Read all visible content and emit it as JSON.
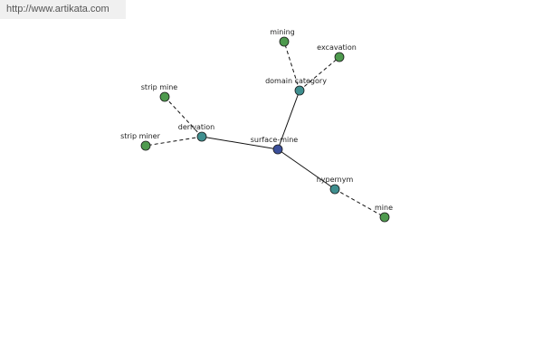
{
  "watermark": {
    "url": "http://www.artikata.com"
  },
  "colors": {
    "center_node": "#3b4f9a",
    "relation_node": "#3f8f8f",
    "term_node": "#4e9a4e",
    "edge": "#111111",
    "node_stroke": "#1a1a1a"
  },
  "graph": {
    "nodes": [
      {
        "id": "surface-mine",
        "label": "surface-mine",
        "kind": "center"
      },
      {
        "id": "domain-category",
        "label": "domain category",
        "kind": "relation"
      },
      {
        "id": "derivation",
        "label": "derivation",
        "kind": "relation"
      },
      {
        "id": "hypernym",
        "label": "hypernym",
        "kind": "relation"
      },
      {
        "id": "mining",
        "label": "mining",
        "kind": "term"
      },
      {
        "id": "excavation",
        "label": "excavation",
        "kind": "term"
      },
      {
        "id": "strip-mine",
        "label": "strip mine",
        "kind": "term"
      },
      {
        "id": "strip-miner",
        "label": "strip miner",
        "kind": "term"
      },
      {
        "id": "mine",
        "label": "mine",
        "kind": "term"
      }
    ],
    "edges": [
      {
        "from": "surface-mine",
        "to": "domain-category",
        "style": "solid"
      },
      {
        "from": "surface-mine",
        "to": "derivation",
        "style": "solid"
      },
      {
        "from": "surface-mine",
        "to": "hypernym",
        "style": "solid"
      },
      {
        "from": "domain-category",
        "to": "mining",
        "style": "dashed"
      },
      {
        "from": "domain-category",
        "to": "excavation",
        "style": "dashed"
      },
      {
        "from": "derivation",
        "to": "strip-mine",
        "style": "dashed"
      },
      {
        "from": "derivation",
        "to": "strip-miner",
        "style": "dashed"
      },
      {
        "from": "hypernym",
        "to": "mine",
        "style": "dashed"
      }
    ]
  }
}
